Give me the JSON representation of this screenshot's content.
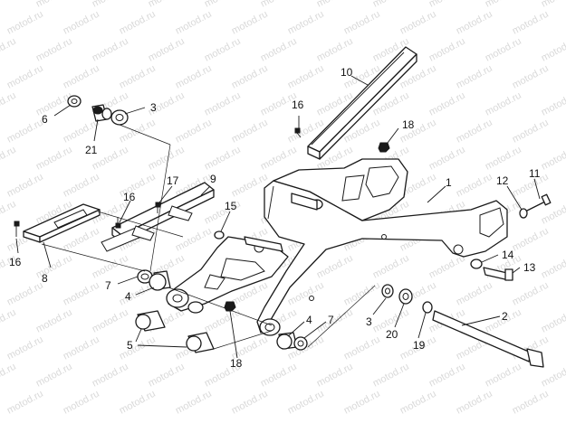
{
  "watermark": "motod.ru",
  "colors": {
    "line": "#1a1a1a",
    "background": "#ffffff",
    "watermark": "#d9d9d9"
  },
  "callouts": [
    {
      "id": "c1",
      "label": "1"
    },
    {
      "id": "c2",
      "label": "2"
    },
    {
      "id": "c3a",
      "label": "3"
    },
    {
      "id": "c3b",
      "label": "3"
    },
    {
      "id": "c4a",
      "label": "4"
    },
    {
      "id": "c4b",
      "label": "4"
    },
    {
      "id": "c5",
      "label": "5"
    },
    {
      "id": "c6",
      "label": "6"
    },
    {
      "id": "c7a",
      "label": "7"
    },
    {
      "id": "c7b",
      "label": "7"
    },
    {
      "id": "c8",
      "label": "8"
    },
    {
      "id": "c9",
      "label": "9"
    },
    {
      "id": "c10",
      "label": "10"
    },
    {
      "id": "c11",
      "label": "11"
    },
    {
      "id": "c12",
      "label": "12"
    },
    {
      "id": "c13",
      "label": "13"
    },
    {
      "id": "c14",
      "label": "14"
    },
    {
      "id": "c15",
      "label": "15"
    },
    {
      "id": "c16a",
      "label": "16"
    },
    {
      "id": "c16b",
      "label": "16"
    },
    {
      "id": "c16c",
      "label": "16"
    },
    {
      "id": "c17",
      "label": "17"
    },
    {
      "id": "c18a",
      "label": "18"
    },
    {
      "id": "c18b",
      "label": "18"
    },
    {
      "id": "c19",
      "label": "19"
    },
    {
      "id": "c20",
      "label": "20"
    },
    {
      "id": "c21",
      "label": "21"
    }
  ]
}
